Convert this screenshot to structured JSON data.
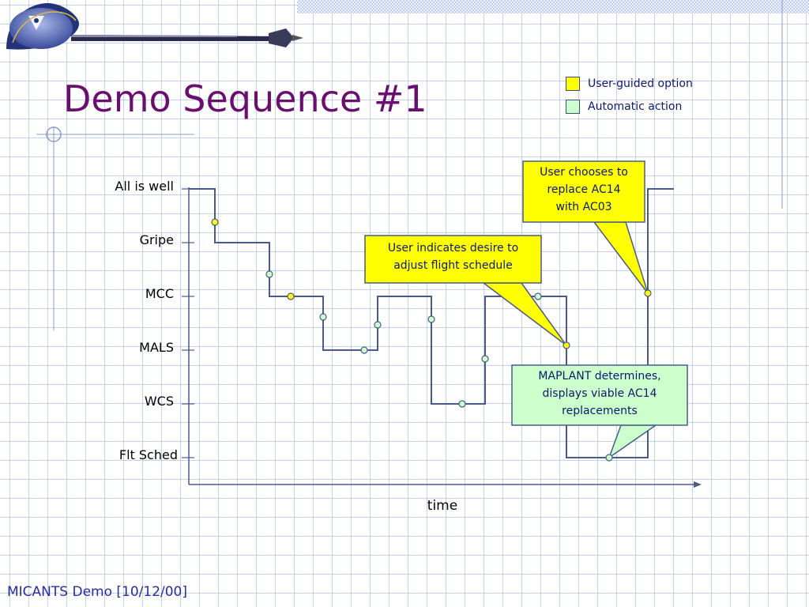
{
  "slide": {
    "title": "Demo Sequence #1",
    "footer": "MICANTS Demo [10/12/00]"
  },
  "legend": [
    {
      "label": "User-guided option",
      "color": "#ffff00"
    },
    {
      "label": "Automatic action",
      "color": "#ccffcc"
    }
  ],
  "diagram": {
    "states": [
      "All is well",
      "Gripe",
      "MCC",
      "MALS",
      "WCS",
      "Flt Sched"
    ],
    "x_axis_label": "time",
    "colors": {
      "user": "#ffff00",
      "auto": "#ccffcc",
      "line": "#4a5a8a"
    },
    "callouts": {
      "replace": {
        "lines": [
          "User chooses to",
          "replace AC14",
          "with AC03"
        ]
      },
      "adjust": {
        "lines": [
          "User indicates desire to",
          "adjust flight schedule"
        ]
      },
      "maplant": {
        "lines": [
          "MAPLANT determines,",
          "displays viable AC14",
          "replacements"
        ]
      }
    }
  }
}
